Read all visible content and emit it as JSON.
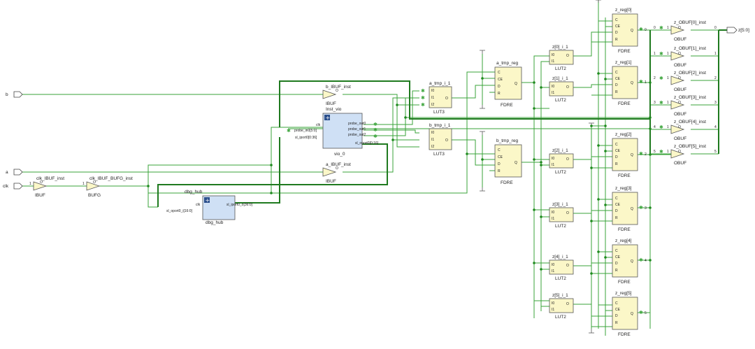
{
  "ports": {
    "b": "b",
    "a": "a",
    "clk": "clk",
    "z": "z[5:0]"
  },
  "clk_ibuf": {
    "name": "clk_IBUF_inst",
    "type": "IBUF",
    "i": "I",
    "o": "O"
  },
  "clk_bufg": {
    "name": "clk_IBUF_BUFG_inst",
    "type": "BUFG",
    "i": "I",
    "o": "O"
  },
  "b_ibuf": {
    "name": "b_IBUF_inst",
    "type": "IBUF",
    "i": "I",
    "o": "O"
  },
  "a_ibuf": {
    "name": "a_IBUF_inst",
    "type": "IBUF",
    "i": "I",
    "o": "O"
  },
  "vio": {
    "name": "Inst_vio",
    "type": "vio_0",
    "clk": "clk",
    "probe_in0": "probe_in0[5:0]",
    "sl_iport0": "sl_iport0[0:36]",
    "probe_out0": "probe_out0",
    "probe_out1": "probe_out1",
    "probe_out2": "probe_out2",
    "sl_oport0": "sl_oport0[0:16]"
  },
  "dbg": {
    "name": "dbg_hub",
    "type": "dbg_hub",
    "clk": "clk",
    "sl_oport0": "sl_oport0_i[16:0]",
    "sl_iport0": "sl_iport0_o[36:0]"
  },
  "a_lut": {
    "name": "a_tmp_i_1",
    "type": "LUT3",
    "pins": [
      "I0",
      "I1",
      "I2"
    ],
    "o": "O"
  },
  "b_lut": {
    "name": "b_tmp_i_1",
    "type": "LUT3",
    "pins": [
      "I0",
      "I1",
      "I2"
    ],
    "o": "O"
  },
  "a_reg": {
    "name": "a_tmp_reg",
    "type": "FDRE",
    "pins": [
      "C",
      "CE",
      "D",
      "R"
    ],
    "q": "Q"
  },
  "b_reg": {
    "name": "b_tmp_reg",
    "type": "FDRE",
    "pins": [
      "C",
      "CE",
      "D",
      "R"
    ],
    "q": "Q"
  },
  "z_luts": [
    {
      "name": "z[0]_i_1",
      "type": "LUT2"
    },
    {
      "name": "z[1]_i_1",
      "type": "LUT2"
    },
    {
      "name": "z[2]_i_1",
      "type": "LUT2"
    },
    {
      "name": "z[3]_i_1",
      "type": "LUT2"
    },
    {
      "name": "z[4]_i_1",
      "type": "LUT2"
    },
    {
      "name": "z[5]_i_1",
      "type": "LUT2"
    }
  ],
  "lut2_pins": {
    "i0": "I0",
    "i1": "I1",
    "o": "O"
  },
  "z_regs": [
    {
      "name": "z_reg[0]",
      "type": "FDRE",
      "bit": "0"
    },
    {
      "name": "z_reg[1]",
      "type": "FDRE",
      "bit": "1"
    },
    {
      "name": "z_reg[2]",
      "type": "FDRE",
      "bit": "2"
    },
    {
      "name": "z_reg[3]",
      "type": "FDRE",
      "bit": "3"
    },
    {
      "name": "z_reg[4]",
      "type": "FDRE",
      "bit": "4"
    },
    {
      "name": "z_reg[5]",
      "type": "FDRE",
      "bit": "5"
    }
  ],
  "fdre_pins": {
    "c": "C",
    "ce": "CE",
    "d": "D",
    "r": "R",
    "q": "Q"
  },
  "obufs": [
    {
      "name": "z_OBUF[0]_inst",
      "type": "OBUF",
      "bit": "0"
    },
    {
      "name": "z_OBUF[1]_inst",
      "type": "OBUF",
      "bit": "1"
    },
    {
      "name": "z_OBUF[2]_inst",
      "type": "OBUF",
      "bit": "2"
    },
    {
      "name": "z_OBUF[3]_inst",
      "type": "OBUF",
      "bit": "3"
    },
    {
      "name": "z_OBUF[4]_inst",
      "type": "OBUF",
      "bit": "4"
    },
    {
      "name": "z_OBUF[5]_inst",
      "type": "OBUF",
      "bit": "5"
    }
  ],
  "buf_pins": {
    "i": "I",
    "o": "O"
  },
  "net_marks": {
    "one": "1",
    "star": "✱"
  },
  "colors": {
    "wire": "#39a339",
    "bus": "#1f7a1f",
    "cell": "#fbf7c8",
    "ip": "#cfe0f5"
  }
}
